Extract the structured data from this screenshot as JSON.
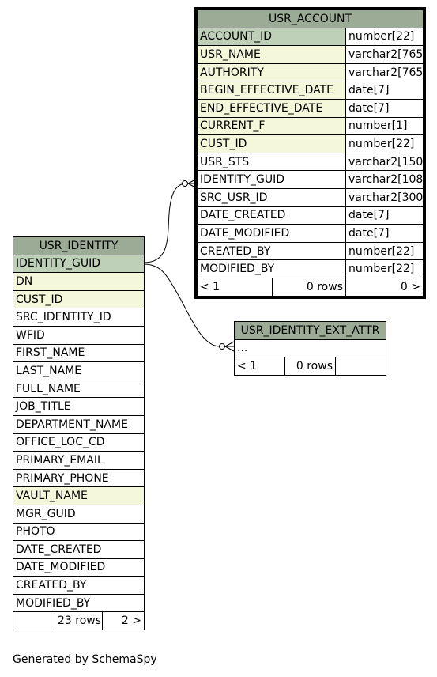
{
  "colors": {
    "header": "#9bab96",
    "primary_key": "#bed1b8",
    "indexed": "#f4f7da",
    "plain": "#ffffff"
  },
  "usr_account": {
    "title": "USR_ACCOUNT",
    "columns": [
      {
        "name": "ACCOUNT_ID",
        "type": "number[22]",
        "kind": "primary_key"
      },
      {
        "name": "USR_NAME",
        "type": "varchar2[765]",
        "kind": "indexed"
      },
      {
        "name": "AUTHORITY",
        "type": "varchar2[765]",
        "kind": "indexed"
      },
      {
        "name": "BEGIN_EFFECTIVE_DATE",
        "type": "date[7]",
        "kind": "indexed"
      },
      {
        "name": "END_EFFECTIVE_DATE",
        "type": "date[7]",
        "kind": "indexed"
      },
      {
        "name": "CURRENT_F",
        "type": "number[1]",
        "kind": "indexed"
      },
      {
        "name": "CUST_ID",
        "type": "number[22]",
        "kind": "indexed"
      },
      {
        "name": "USR_STS",
        "type": "varchar2[150]",
        "kind": "plain"
      },
      {
        "name": "IDENTITY_GUID",
        "type": "varchar2[108]",
        "kind": "plain"
      },
      {
        "name": "SRC_USR_ID",
        "type": "varchar2[300]",
        "kind": "plain"
      },
      {
        "name": "DATE_CREATED",
        "type": "date[7]",
        "kind": "plain"
      },
      {
        "name": "DATE_MODIFIED",
        "type": "date[7]",
        "kind": "plain"
      },
      {
        "name": "CREATED_BY",
        "type": "number[22]",
        "kind": "plain"
      },
      {
        "name": "MODIFIED_BY",
        "type": "number[22]",
        "kind": "plain"
      }
    ],
    "footer": {
      "parents": "< 1",
      "rows": "0 rows",
      "children": "0 >"
    }
  },
  "usr_identity": {
    "title": "USR_IDENTITY",
    "columns": [
      {
        "name": "IDENTITY_GUID",
        "kind": "primary_key"
      },
      {
        "name": "DN",
        "kind": "indexed"
      },
      {
        "name": "CUST_ID",
        "kind": "indexed"
      },
      {
        "name": "SRC_IDENTITY_ID",
        "kind": "plain"
      },
      {
        "name": "WFID",
        "kind": "plain"
      },
      {
        "name": "FIRST_NAME",
        "kind": "plain"
      },
      {
        "name": "LAST_NAME",
        "kind": "plain"
      },
      {
        "name": "FULL_NAME",
        "kind": "plain"
      },
      {
        "name": "JOB_TITLE",
        "kind": "plain"
      },
      {
        "name": "DEPARTMENT_NAME",
        "kind": "plain"
      },
      {
        "name": "OFFICE_LOC_CD",
        "kind": "plain"
      },
      {
        "name": "PRIMARY_EMAIL",
        "kind": "plain"
      },
      {
        "name": "PRIMARY_PHONE",
        "kind": "plain"
      },
      {
        "name": "VAULT_NAME",
        "kind": "indexed"
      },
      {
        "name": "MGR_GUID",
        "kind": "plain"
      },
      {
        "name": "PHOTO",
        "kind": "plain"
      },
      {
        "name": "DATE_CREATED",
        "kind": "plain"
      },
      {
        "name": "DATE_MODIFIED",
        "kind": "plain"
      },
      {
        "name": "CREATED_BY",
        "kind": "plain"
      },
      {
        "name": "MODIFIED_BY",
        "kind": "plain"
      }
    ],
    "footer": {
      "parents": "",
      "rows": "23 rows",
      "children": "2 >"
    }
  },
  "usr_identity_ext_attr": {
    "title": "USR_IDENTITY_EXT_ATTR",
    "columns": [
      {
        "name": "...",
        "kind": "plain"
      }
    ],
    "footer": {
      "parents": "< 1",
      "rows": "0 rows",
      "children": ""
    }
  },
  "generated_by": "Generated by SchemaSpy"
}
